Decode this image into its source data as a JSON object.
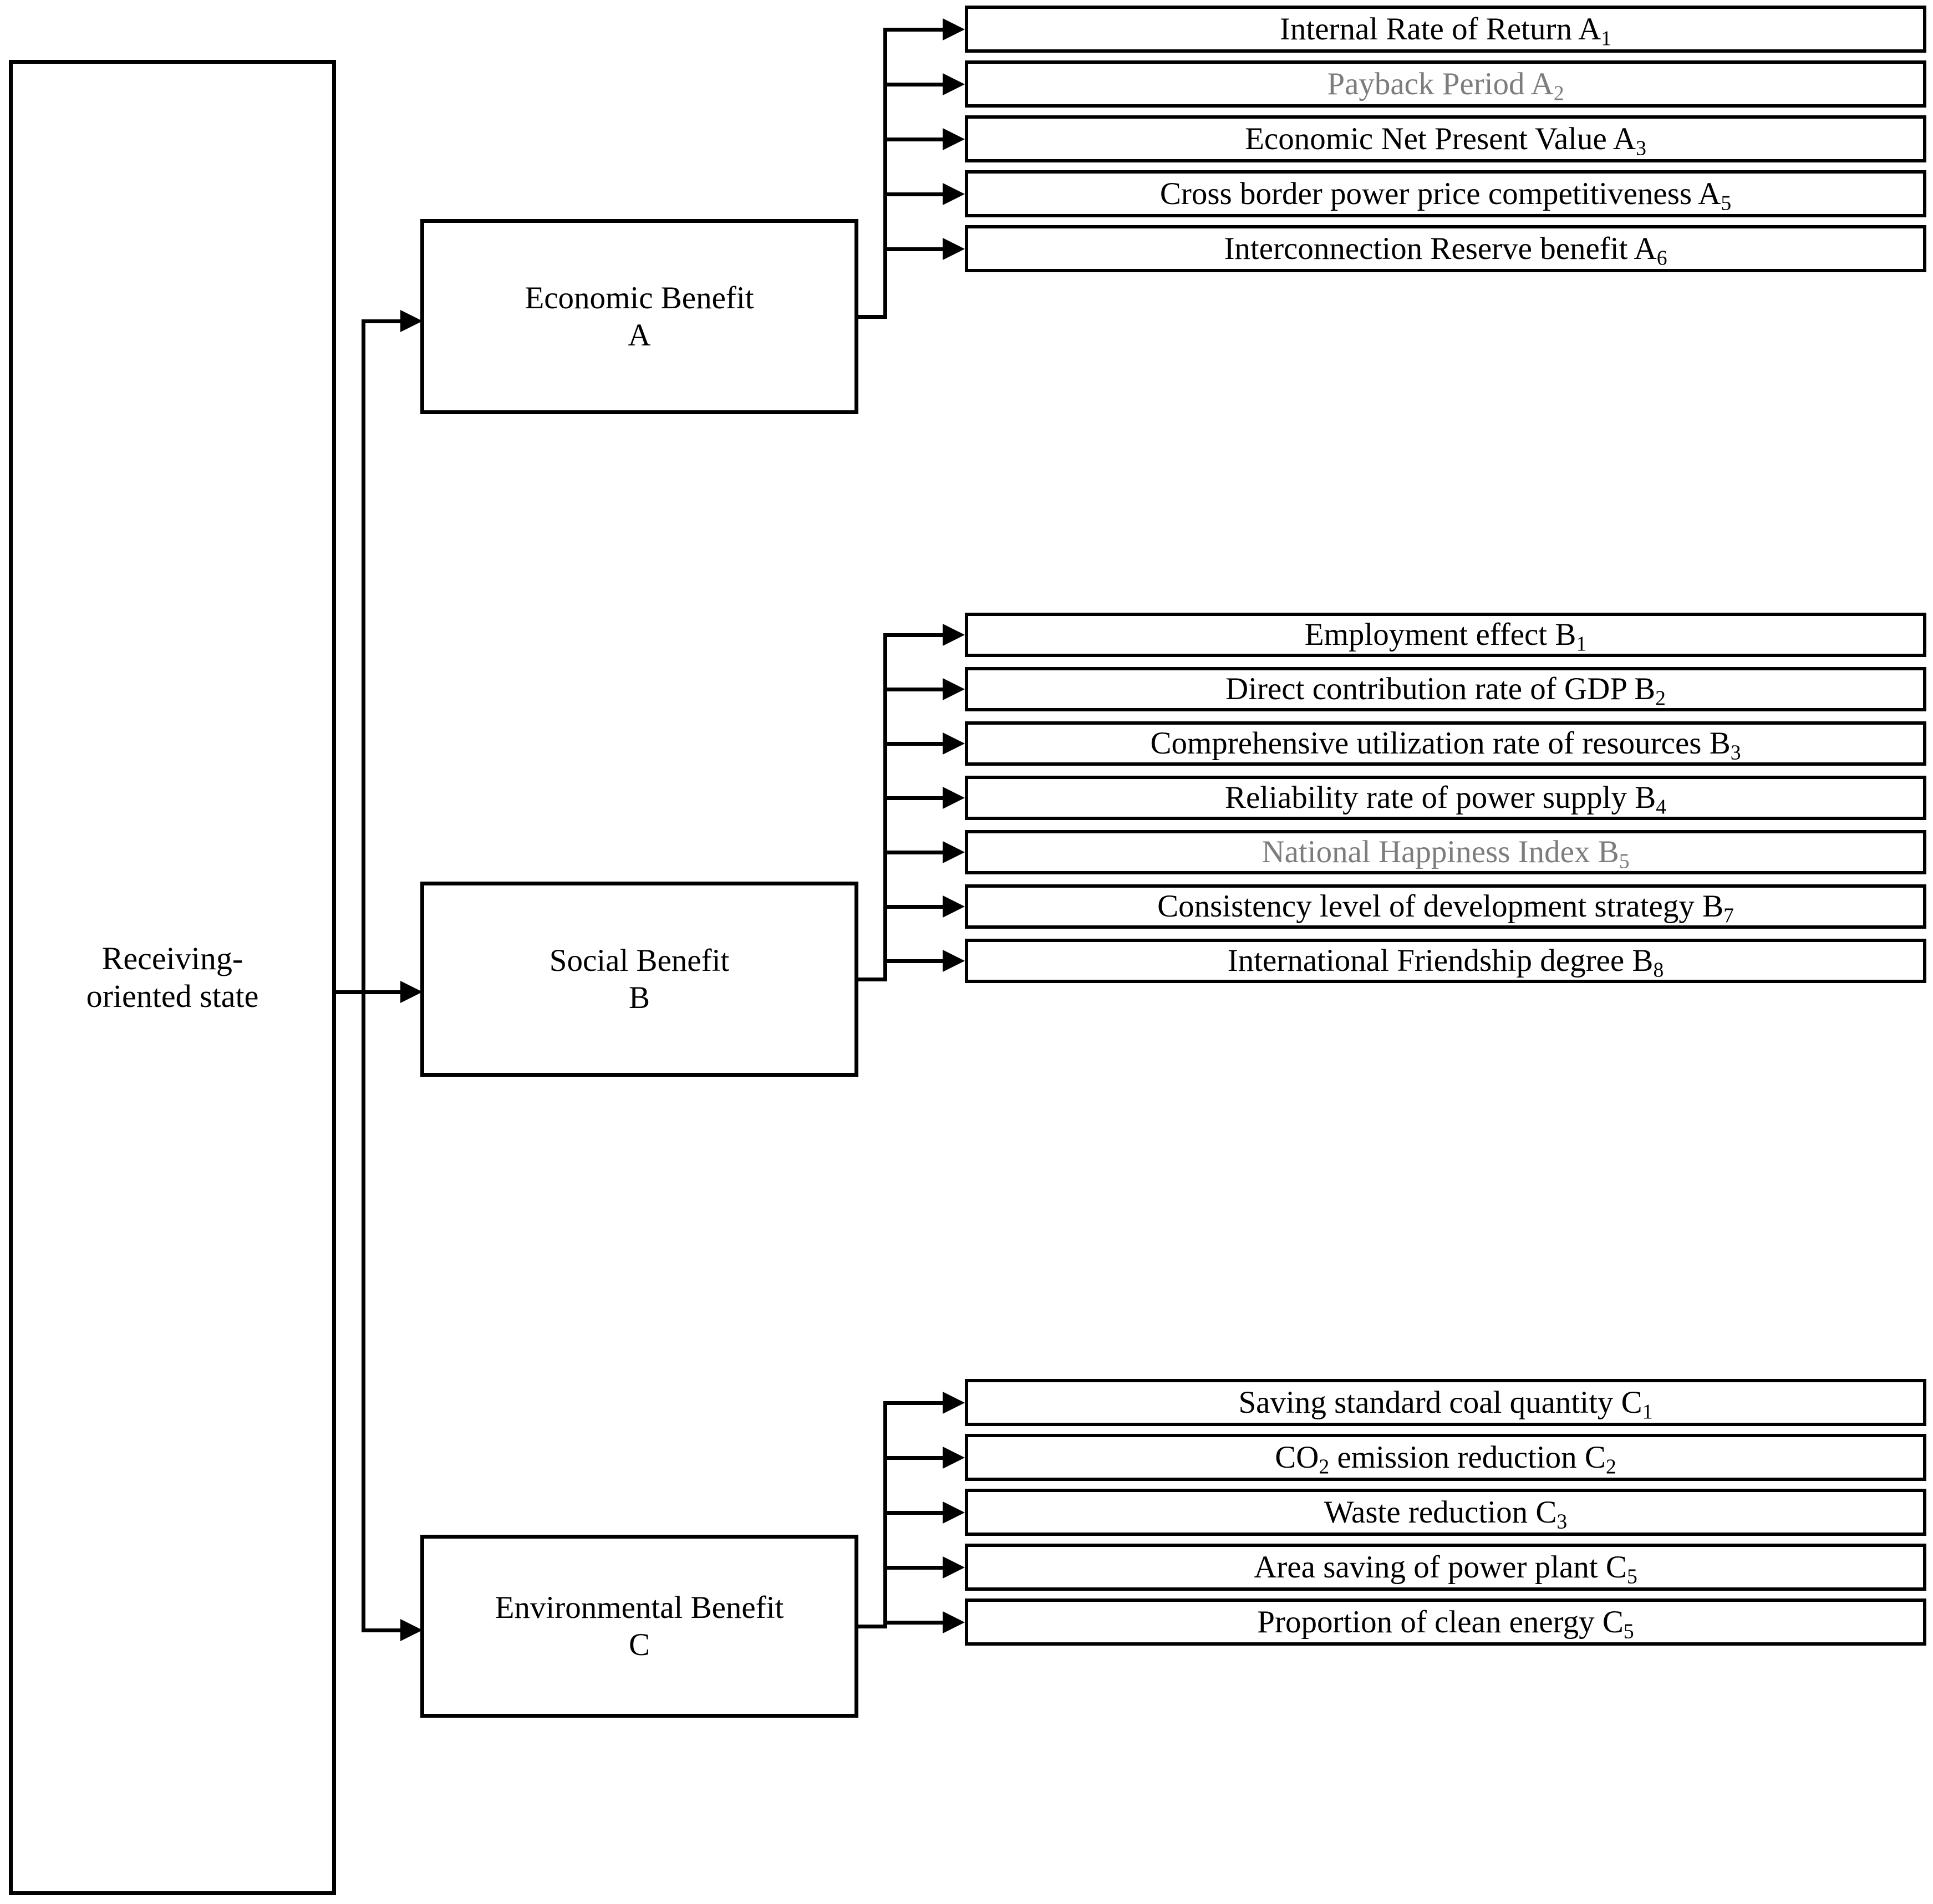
{
  "diagram": {
    "title": "Benefit evaluation index hierarchy for receiving-oriented state",
    "type": "hierarchy-tree",
    "orientation": "left-to-right",
    "colors": {
      "stroke": "#000000",
      "background": "#ffffff",
      "muted_text": "#7d7d7d"
    }
  },
  "root": {
    "label_line1": "Receiving-",
    "label_line2": "oriented state"
  },
  "categories": [
    {
      "id": "A",
      "label_line1": "Economic Benefit",
      "label_line2": "A",
      "indicators": [
        {
          "text": "Internal Rate of Return A",
          "sub": "1",
          "muted": false
        },
        {
          "text": "Payback Period A",
          "sub": "2",
          "muted": true
        },
        {
          "text": "Economic Net Present Value A",
          "sub": "3",
          "muted": false
        },
        {
          "text": "Cross border power price competitiveness A",
          "sub": "5",
          "muted": false
        },
        {
          "text": "Interconnection Reserve benefit A",
          "sub": "6",
          "muted": false
        }
      ]
    },
    {
      "id": "B",
      "label_line1": "Social Benefit",
      "label_line2": "B",
      "indicators": [
        {
          "text": "Employment effect B",
          "sub": "1",
          "muted": false
        },
        {
          "text": "Direct contribution rate of GDP B",
          "sub": "2",
          "muted": false
        },
        {
          "text": "Comprehensive utilization rate of resources B",
          "sub": "3",
          "muted": false
        },
        {
          "text": "Reliability rate of power supply B",
          "sub": "4",
          "muted": false
        },
        {
          "text": "National Happiness Index B",
          "sub": "5",
          "muted": true
        },
        {
          "text": "Consistency level of development strategy B",
          "sub": "7",
          "muted": false
        },
        {
          "text": "International Friendship degree B",
          "sub": "8",
          "muted": false
        }
      ]
    },
    {
      "id": "C",
      "label_line1": "Environmental Benefit",
      "label_line2": "C",
      "indicators": [
        {
          "text": "Saving standard coal quantity C",
          "sub": "1",
          "muted": false
        },
        {
          "text": "CO|2| emission reduction C",
          "sub": "2",
          "muted": false
        },
        {
          "text": "Waste reduction C",
          "sub": "3",
          "muted": false
        },
        {
          "text": "Area saving of power plant C",
          "sub": "5",
          "muted": false
        },
        {
          "text": "Proportion of clean energy C",
          "sub": "5",
          "muted": false
        }
      ]
    }
  ]
}
